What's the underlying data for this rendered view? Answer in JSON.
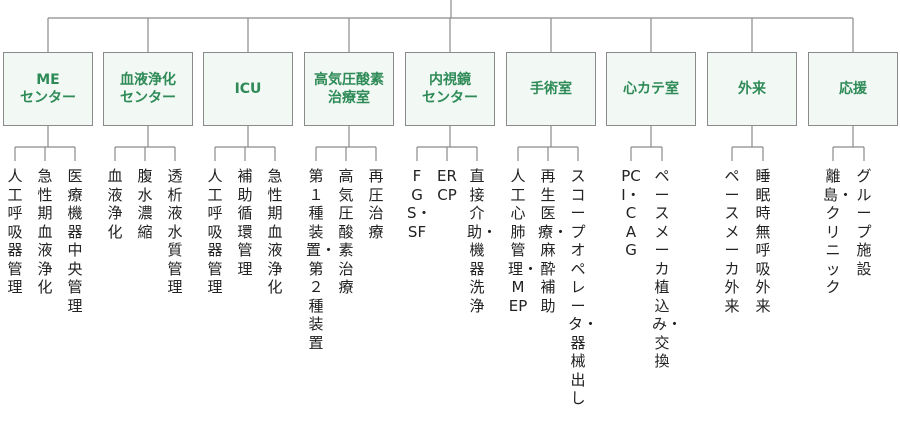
{
  "departments": [
    {
      "label": "ME\nセンター",
      "duties": [
        "人工呼吸器管理",
        "急性期血液浄化",
        "医療機器中央管理"
      ]
    },
    {
      "label": "血液浄化\nセンター",
      "duties": [
        "血液浄化",
        "腹水濃縮",
        "透析液水質管理"
      ]
    },
    {
      "label": "ICU",
      "duties": [
        "人工呼吸器管理",
        "補助循環管理",
        "急性期血液浄化"
      ]
    },
    {
      "label": "高気圧酸素\n治療室",
      "duties": [
        "第１種装置・第２種装置",
        "高気圧酸素治療",
        "再圧治療"
      ]
    },
    {
      "label": "内視鏡\nセンター",
      "duties": [
        "FGS・SF",
        "ERCP",
        "直接介助・機器洗浄"
      ]
    },
    {
      "label": "手術室",
      "duties": [
        "人工心肺管理・MEP",
        "再生医療・麻酔補助",
        "スコープオペレータ・器械出し"
      ]
    },
    {
      "label": "心カテ室",
      "duties": [
        "PCI・CAG",
        "ペースメーカ植込み・交換"
      ]
    },
    {
      "label": "外来",
      "duties": [
        "ペースメーカ外来",
        "睡眠時無呼吸外来"
      ]
    },
    {
      "label": "応援",
      "duties": [
        "離島・クリニック",
        "グループ施設"
      ]
    }
  ]
}
